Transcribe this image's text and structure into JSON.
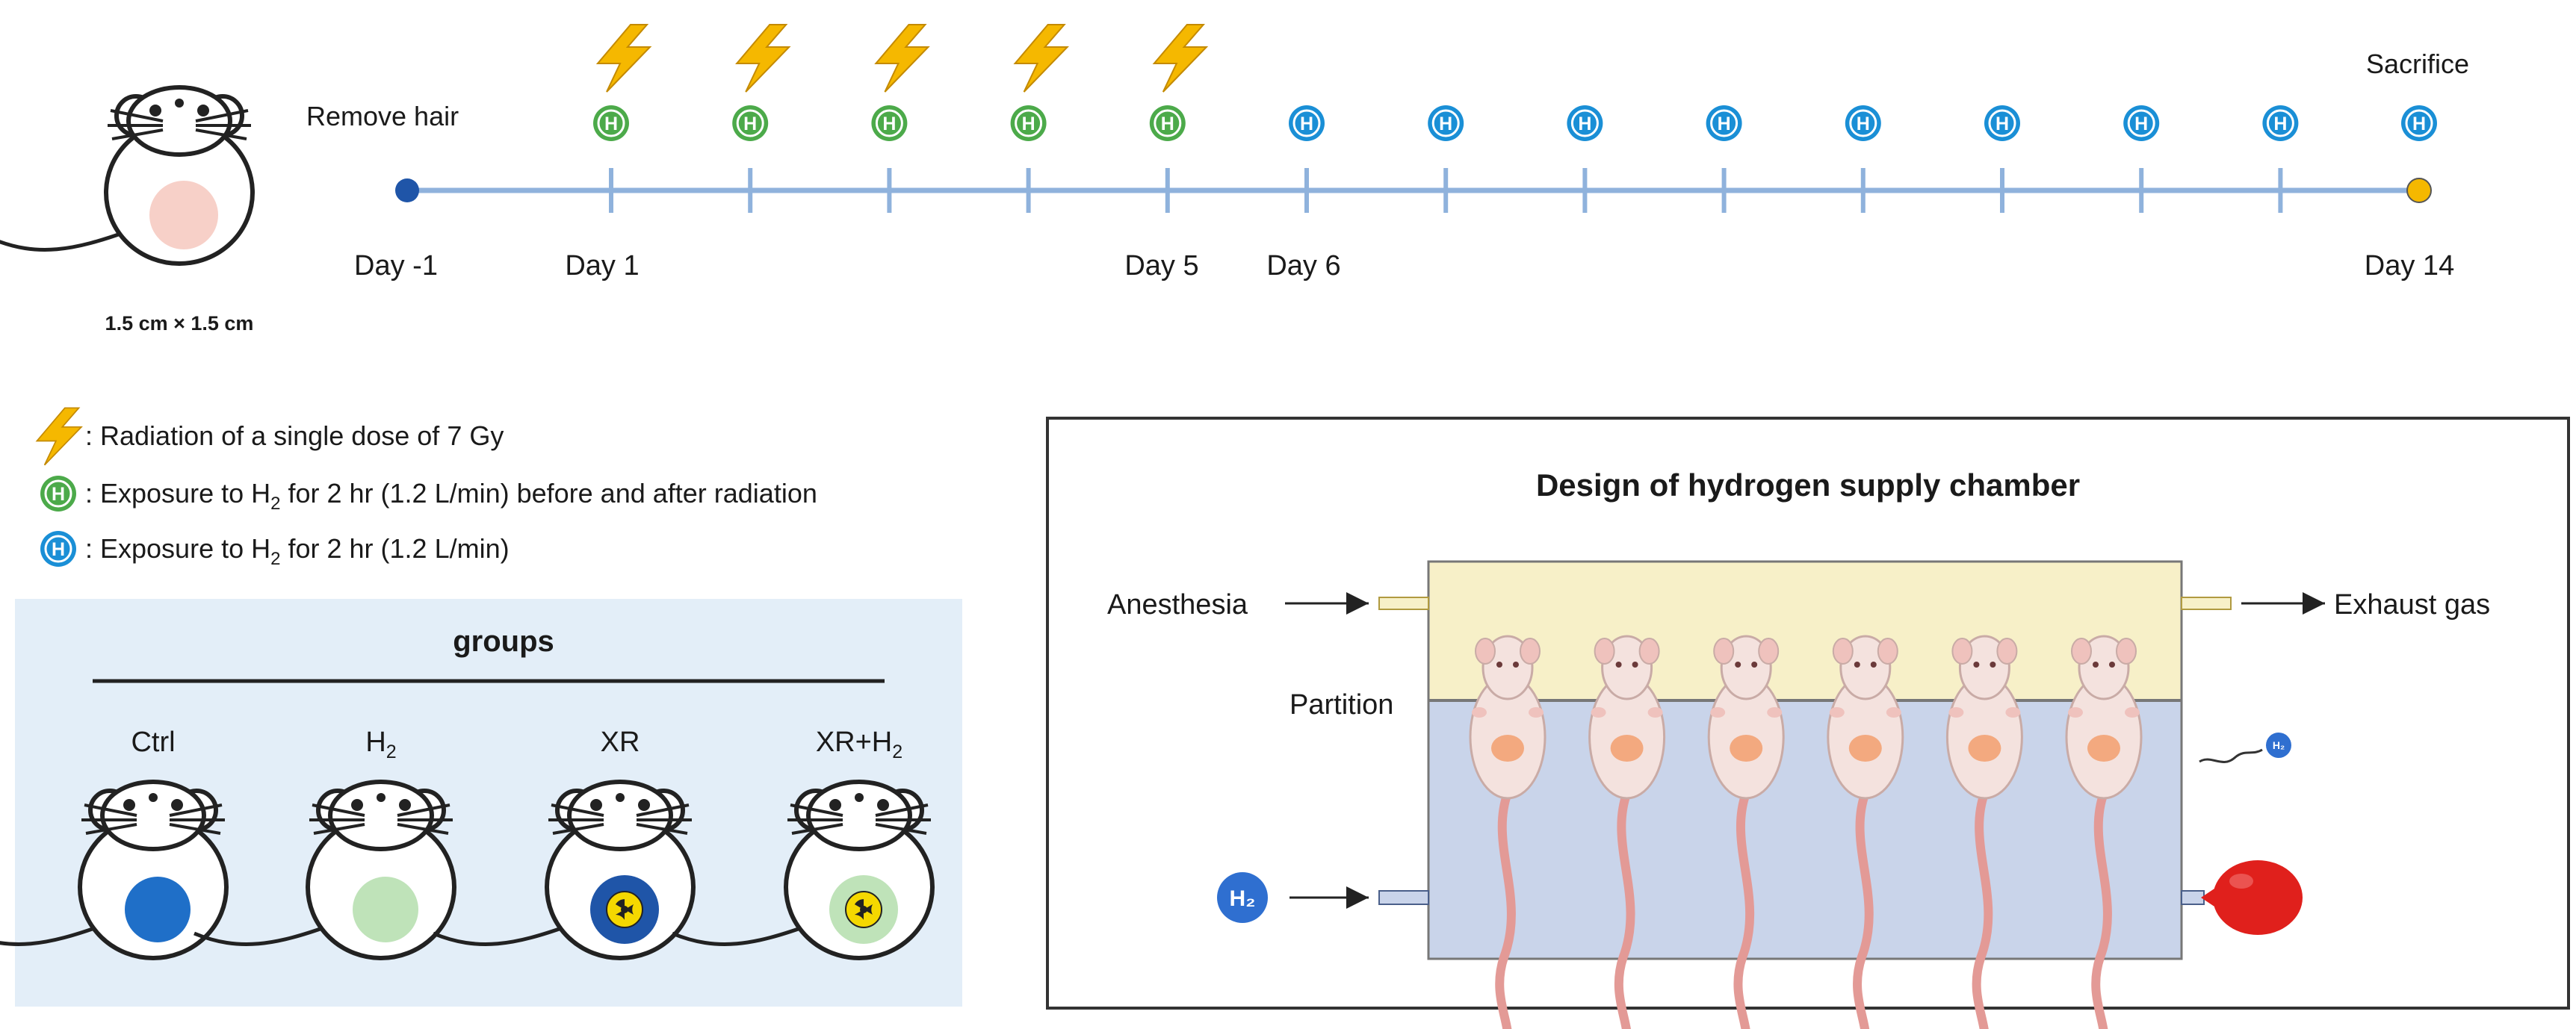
{
  "timeline": {
    "remove_hair": "Remove hair",
    "sacrifice": "Sacrifice",
    "skin_area": "1.5 cm × 1.5 cm",
    "days": [
      "Day -1",
      "Day 1",
      "Day 5",
      "Day 6",
      "Day 14"
    ],
    "ticks": 14,
    "radiation_ticks": 5,
    "h2_icon_letter": "H"
  },
  "legend": {
    "radiation": ": Radiation of a single dose of 7 Gy",
    "green_prefix": ": Exposure to H",
    "green_sub": "2",
    "green_suffix": "  for 2 hr (1.2 L/min) before and after radiation",
    "blue_prefix": ": Exposure to H",
    "blue_sub": "2",
    "blue_suffix": "  for 2 hr (1.2 L/min)"
  },
  "groups": {
    "title": "groups",
    "labels": [
      {
        "main": "Ctrl",
        "sub": ""
      },
      {
        "main": "H",
        "sub": "2"
      },
      {
        "main": "XR",
        "sub": ""
      },
      {
        "main": "XR+H",
        "sub": "2"
      }
    ]
  },
  "chamber": {
    "title": "Design of hydrogen supply chamber",
    "anesthesia": "Anesthesia",
    "exhaust": "Exhaust gas",
    "partition": "Partition",
    "h2_in": "H₂",
    "h2_small": "H₂",
    "mice_count": 6
  },
  "colors": {
    "timeline": "#8fb2dc",
    "green_icon": "#4caa4a",
    "blue_icon": "#1a8fd6",
    "bolt": "#f5b800",
    "groups_bg": "#e3eef8",
    "chamber_top": "#f7f0c8",
    "chamber_bottom": "#c9d4ea",
    "balloon": "#e0201c",
    "skin_patch": "#f7d0c8"
  }
}
